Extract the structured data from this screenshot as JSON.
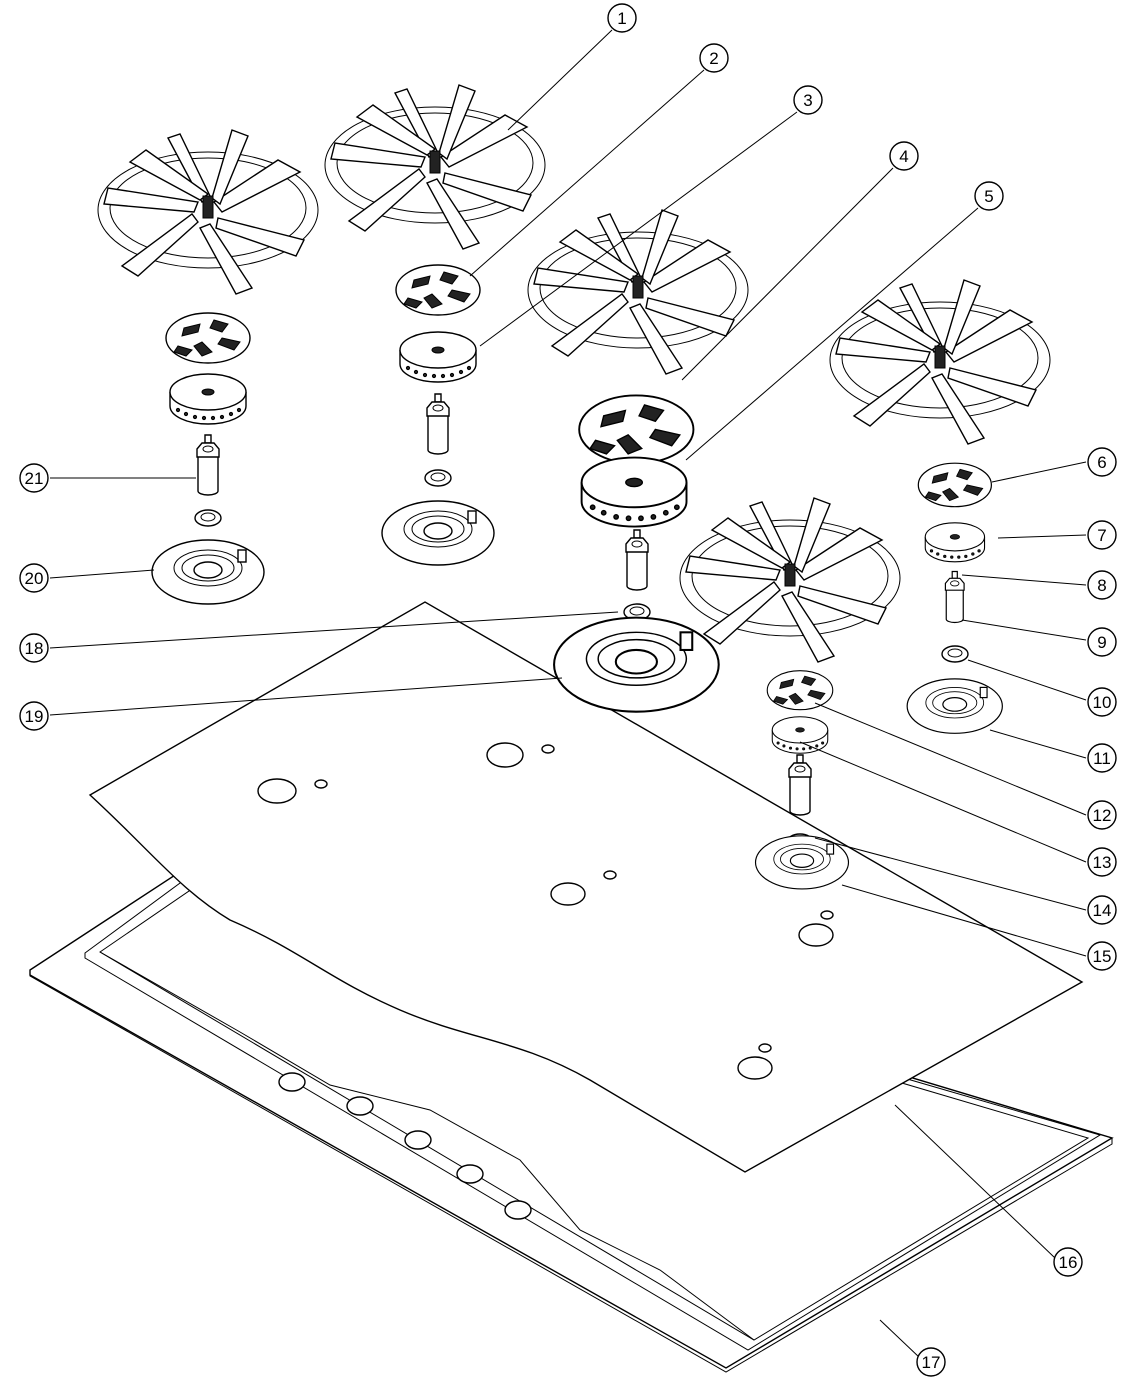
{
  "diagram": {
    "callouts": [
      {
        "id": "1",
        "label": "1"
      },
      {
        "id": "2",
        "label": "2"
      },
      {
        "id": "3",
        "label": "3"
      },
      {
        "id": "4",
        "label": "4"
      },
      {
        "id": "5",
        "label": "5"
      },
      {
        "id": "6",
        "label": "6"
      },
      {
        "id": "7",
        "label": "7"
      },
      {
        "id": "8",
        "label": "8"
      },
      {
        "id": "9",
        "label": "9"
      },
      {
        "id": "10",
        "label": "10"
      },
      {
        "id": "11",
        "label": "11"
      },
      {
        "id": "12",
        "label": "12"
      },
      {
        "id": "13",
        "label": "13"
      },
      {
        "id": "14",
        "label": "14"
      },
      {
        "id": "15",
        "label": "15"
      },
      {
        "id": "16",
        "label": "16"
      },
      {
        "id": "17",
        "label": "17"
      },
      {
        "id": "18",
        "label": "18"
      },
      {
        "id": "19",
        "label": "19"
      },
      {
        "id": "20",
        "label": "20"
      },
      {
        "id": "21",
        "label": "21"
      }
    ],
    "parts": [
      "grate-left",
      "grate-center-top",
      "grate-center",
      "grate-right",
      "grate-front",
      "burner-left",
      "burner-center-top",
      "burner-center",
      "burner-right",
      "burner-front",
      "glass-top",
      "frame"
    ]
  }
}
